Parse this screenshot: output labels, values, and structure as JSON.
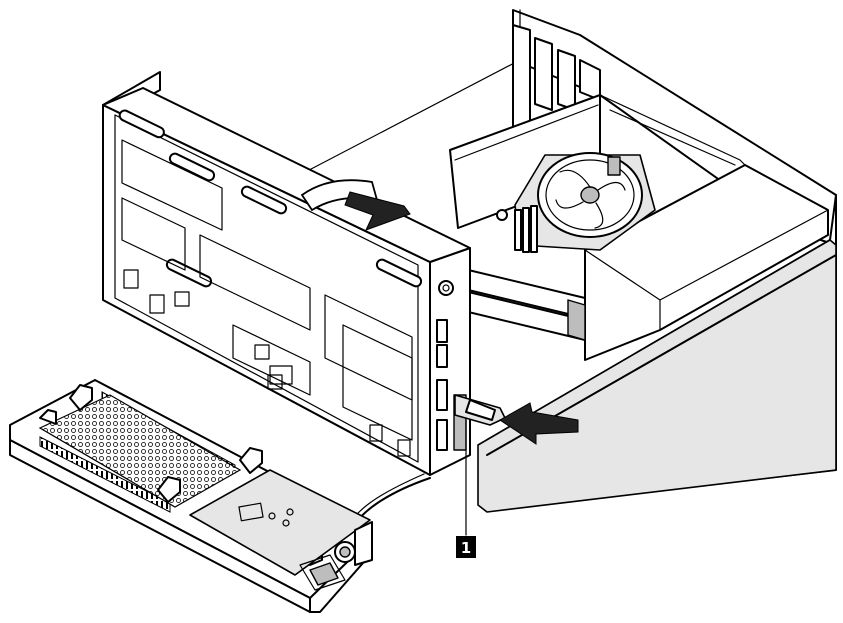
{
  "callouts": [
    {
      "label": "1"
    }
  ],
  "colors": {
    "line": "#000000",
    "fill": "#ffffff",
    "shade": "#e6e6e6",
    "dark_shade": "#bdbdbd",
    "arrow": "#222222"
  },
  "icons": [
    "push-arrow",
    "rotate-arrow",
    "fan",
    "mesh-grille"
  ]
}
